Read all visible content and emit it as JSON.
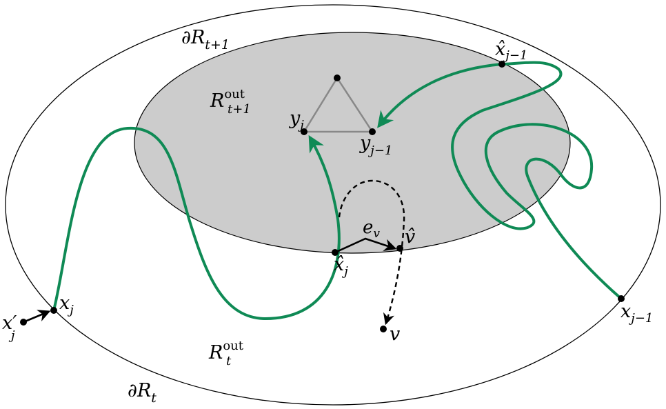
{
  "colors": {
    "green": "#0f8a55",
    "inner_fill": "#cccccc",
    "triangle": "#888888",
    "ink": "#000000"
  },
  "labels": {
    "dR_t1": {
      "pre": "∂R",
      "sub": "t+1"
    },
    "dR_t": {
      "pre": "∂R",
      "sub": "t"
    },
    "R_t1_out": {
      "base": "R",
      "sup": "out",
      "sub": "t+1"
    },
    "R_t_out": {
      "base": "R",
      "sup": "out",
      "sub": "t"
    },
    "y_j": {
      "base": "y",
      "sub": "j"
    },
    "y_j1": {
      "base": "y",
      "sub": "j−1"
    },
    "xhat_j1": {
      "base": "x̂",
      "sub": "j−1"
    },
    "xhat_j": {
      "base": "x̂",
      "sub": "j"
    },
    "x_j": {
      "base": "x",
      "sub": "j"
    },
    "xprime_j": {
      "base": "x′",
      "sub": "j"
    },
    "x_j1": {
      "base": "x",
      "sub": "j−1"
    },
    "e_v": {
      "base": "e",
      "sub": "v"
    },
    "v_hat": "v̂",
    "v": "v"
  }
}
